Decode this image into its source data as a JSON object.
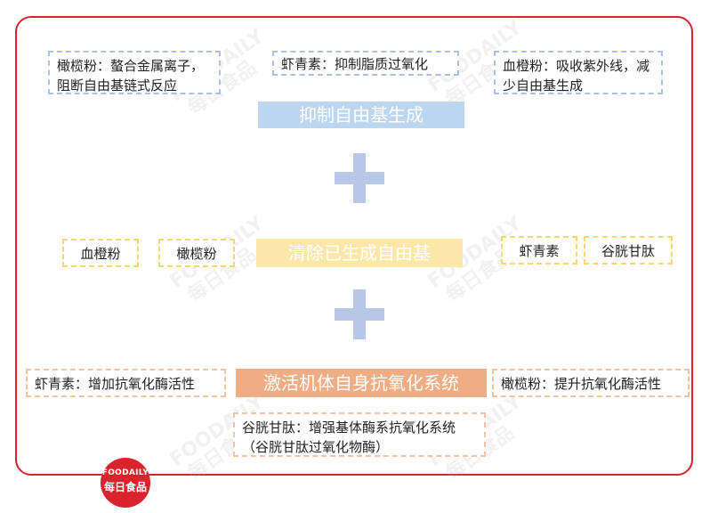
{
  "top": {
    "boxes": [
      "橄榄粉：螯合金属离子，阻断自由基链式反应",
      "虾青素：抑制脂质过氧化",
      "血橙粉：吸收紫外线，减少自由基生成"
    ],
    "band": "抑制自由基生成"
  },
  "middle": {
    "left_boxes": [
      "血橙粉",
      "橄榄粉"
    ],
    "band": "清除已生成自由基",
    "right_boxes": [
      "虾青素",
      "谷胱甘肽"
    ]
  },
  "bottom": {
    "left_box": "虾青素：增加抗氧化酶活性",
    "band": "激活机体自身抗氧化系统",
    "right_box": "橄榄粉：提升抗氧化酶活性",
    "lower_box": "谷胱甘肽：增强基体酶系抗氧化系统（谷胱甘肽过氧化物酶）"
  },
  "watermark": {
    "text_en": "FOODAILY",
    "text_cn": "每日食品"
  },
  "logo": {
    "line1": "FOODAILY",
    "line2": "每日食品"
  },
  "colors": {
    "frame": "#d9232d",
    "blue_band": "#bdd6f0",
    "yellow_band": "#fbe7a8",
    "orange_band": "#f0ac83",
    "plus": "#b7c7e8"
  }
}
